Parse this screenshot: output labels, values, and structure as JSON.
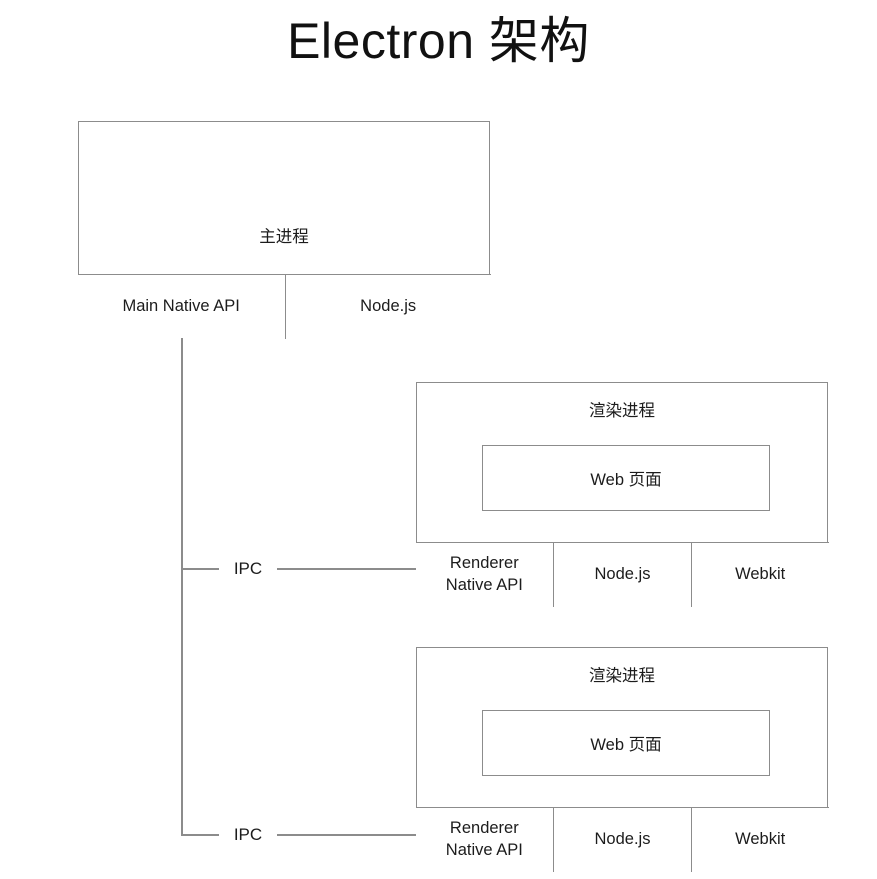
{
  "diagram": {
    "title": "Electron 架构",
    "background_color": "#ffffff",
    "border_color": "#8c8c8c",
    "text_color": "#1c1c1c"
  },
  "main_process": {
    "title": "主进程",
    "footer_cells": [
      {
        "label": "Main Native API"
      },
      {
        "label": "Node.js"
      }
    ]
  },
  "renderer_processes": [
    {
      "title": "渲染进程",
      "webpage_label": "Web 页面",
      "footer_cells": [
        {
          "label": "Renderer\nNative API",
          "line1": "Renderer",
          "line2": "Native API"
        },
        {
          "label": "Node.js"
        },
        {
          "label": "Webkit"
        }
      ]
    },
    {
      "title": "渲染进程",
      "webpage_label": "Web 页面",
      "footer_cells": [
        {
          "label": "Renderer\nNative API",
          "line1": "Renderer",
          "line2": "Native API"
        },
        {
          "label": "Node.js"
        },
        {
          "label": "Webkit"
        }
      ]
    }
  ],
  "connectors": [
    {
      "label": "IPC",
      "from": "main_process",
      "to": "renderer_process_1"
    },
    {
      "label": "IPC",
      "from": "main_process",
      "to": "renderer_process_2"
    }
  ]
}
